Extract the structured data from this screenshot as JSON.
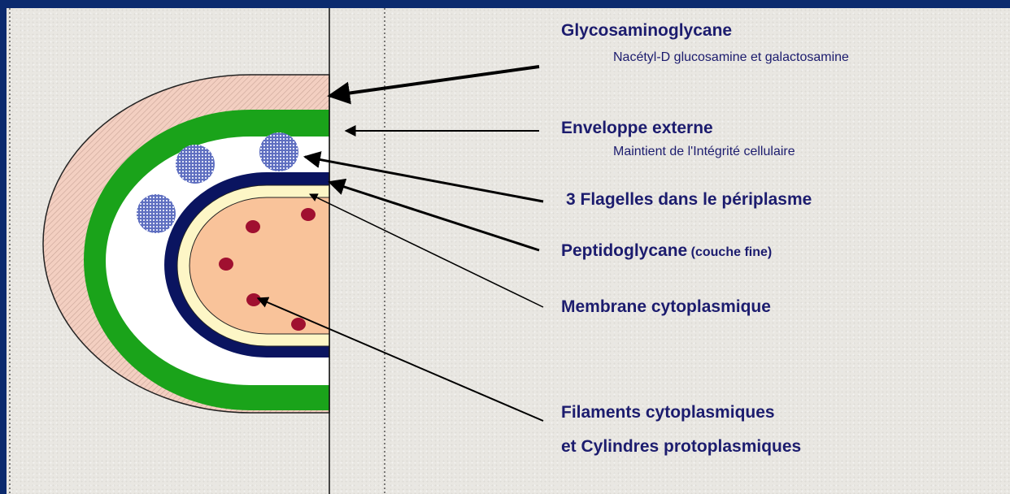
{
  "labels": {
    "glycosaminoglycane": "Glycosaminoglycane",
    "glycosaminoglycane_detail": "Nacétyl-D glucosamine et galactosamine",
    "enveloppe_externe": "Enveloppe externe",
    "enveloppe_externe_detail": "Maintient de l'Intégrité cellulaire",
    "flagelles": "3 Flagelles dans le périplasme",
    "peptidoglycane": "Peptidoglycane",
    "peptidoglycane_detail": "(couche fine)",
    "membrane": "Membrane cytoplasmique",
    "filaments_line1": "Filaments cytoplasmiques",
    "filaments_line2": "et Cylindres protoplasmiques"
  },
  "colors": {
    "background_frame": "#0b2a6e",
    "slide": "#e9e7e2",
    "glycosaminoglycane_layer": "#f3cfc1",
    "enveloppe_externe_layer": "#1aa31a",
    "periplasme": "#ffffff",
    "flagelles": "#5f6fc0",
    "peptidoglycane_layer": "#0a1460",
    "membrane_layer": "#fdf6c6",
    "cytoplasme": "#f9c39a",
    "filaments": "#a01030",
    "label_text": "#1c1c6e"
  }
}
